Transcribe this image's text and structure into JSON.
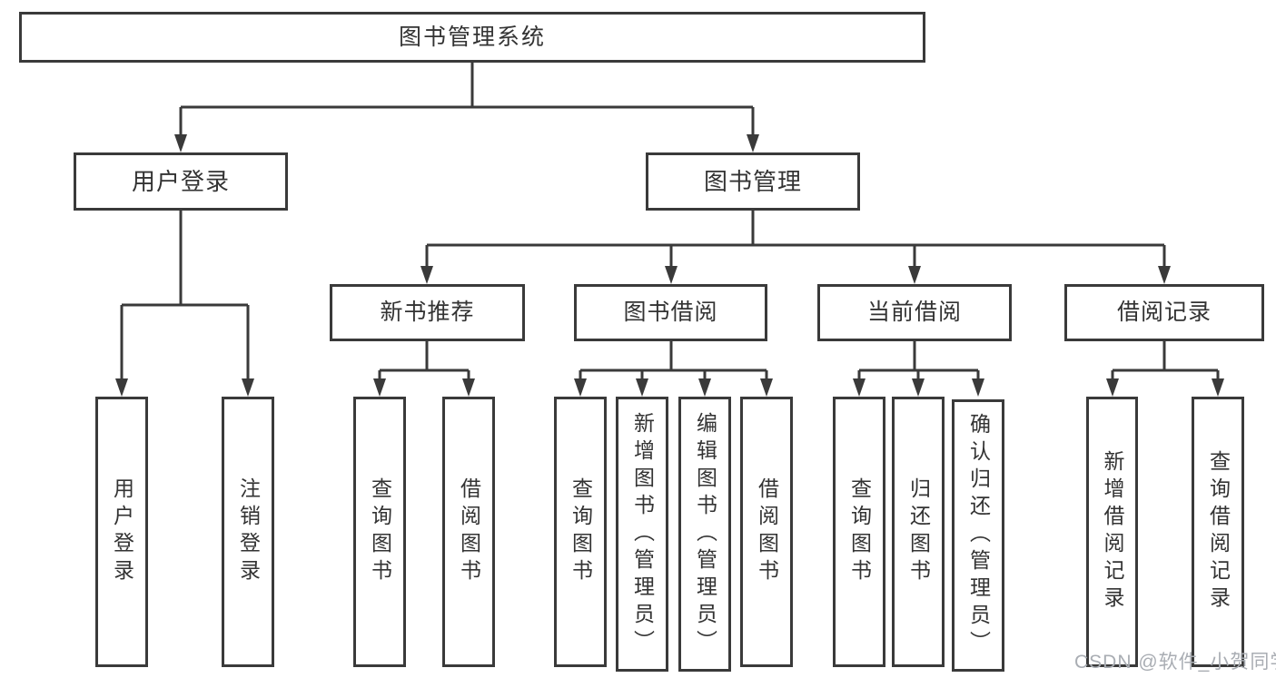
{
  "diagram": {
    "root": {
      "label": "图书管理系统"
    },
    "level2": [
      {
        "label": "用户登录",
        "parent": "图书管理系统"
      },
      {
        "label": "图书管理",
        "parent": "图书管理系统"
      }
    ],
    "level3": [
      {
        "label": "新书推荐",
        "parent": "图书管理"
      },
      {
        "label": "图书借阅",
        "parent": "图书管理"
      },
      {
        "label": "当前借阅",
        "parent": "图书管理"
      },
      {
        "label": "借阅记录",
        "parent": "图书管理"
      }
    ],
    "leaves": [
      {
        "label": "用户登录",
        "parent": "用户登录"
      },
      {
        "label": "注销登录",
        "parent": "用户登录"
      },
      {
        "label": "查询图书",
        "parent": "新书推荐"
      },
      {
        "label": "借阅图书",
        "parent": "新书推荐"
      },
      {
        "label": "查询图书",
        "parent": "图书借阅"
      },
      {
        "label": "新增图书（管理员）",
        "parent": "图书借阅"
      },
      {
        "label": "编辑图书（管理员）",
        "parent": "图书借阅"
      },
      {
        "label": "借阅图书",
        "parent": "图书借阅"
      },
      {
        "label": "查询图书",
        "parent": "当前借阅"
      },
      {
        "label": "归还图书",
        "parent": "当前借阅"
      },
      {
        "label": "确认归还（管理员）",
        "parent": "当前借阅"
      },
      {
        "label": "新增借阅记录",
        "parent": "借阅记录"
      },
      {
        "label": "查询借阅记录",
        "parent": "借阅记录"
      }
    ],
    "watermark": "CSDN @软件_小贺同学",
    "colors": {
      "line": "#3a3a3a",
      "box_background": "#ffffff",
      "text": "#333333",
      "watermark": "#a9adb3"
    }
  }
}
